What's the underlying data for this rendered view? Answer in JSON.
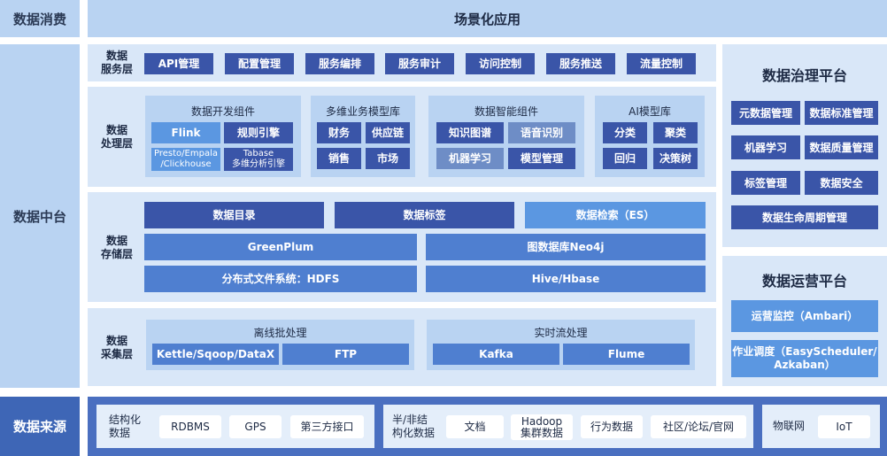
{
  "left": {
    "consume": "数据消费",
    "platform": "数据中台",
    "source": "数据来源"
  },
  "top": {
    "title": "场景化应用"
  },
  "service": {
    "label": "数据\n服务层",
    "items": [
      "API管理",
      "配置管理",
      "服务编排",
      "服务审计",
      "访问控制",
      "服务推送",
      "流量控制"
    ]
  },
  "processing": {
    "label": "数据\n处理层",
    "dev": {
      "title": "数据开发组件",
      "items": [
        "Flink",
        "规则引擎",
        "Presto/Empala\n/Clickhouse",
        "Tabase\n多维分析引擎"
      ]
    },
    "biz": {
      "title": "多维业务模型库",
      "items": [
        "财务",
        "供应链",
        "销售",
        "市场"
      ]
    },
    "smart": {
      "title": "数据智能组件",
      "items": [
        "知识图谱",
        "语音识别",
        "机器学习",
        "模型管理"
      ]
    },
    "ai": {
      "title": "AI模型库",
      "items": [
        "分类",
        "聚类",
        "回归",
        "决策树"
      ]
    }
  },
  "storage": {
    "label": "数据\n存储层",
    "row1": [
      "数据目录",
      "数据标签",
      "数据检索（ES）"
    ],
    "row2": [
      "GreenPlum",
      "图数据库Neo4j"
    ],
    "row3": [
      "分布式文件系统：HDFS",
      "Hive/Hbase"
    ]
  },
  "collect": {
    "label": "数据\n采集层",
    "offline": {
      "title": "离线批处理",
      "items": [
        "Kettle/Sqoop/DataX",
        "FTP"
      ]
    },
    "realtime": {
      "title": "实时流处理",
      "items": [
        "Kafka",
        "Flume"
      ]
    }
  },
  "governance": {
    "title": "数据治理平台",
    "items": [
      "元数据管理",
      "数据标准管理",
      "机器学习",
      "数据质量管理",
      "标签管理",
      "数据安全",
      "数据生命周期管理"
    ]
  },
  "operations": {
    "title": "数据运营平台",
    "items": [
      "运营监控（Ambari）",
      "作业调度（EasyScheduler/\nAzkaban）"
    ]
  },
  "sources": {
    "structured": {
      "label": "结构化\n数据",
      "items": [
        "RDBMS",
        "GPS",
        "第三方接口"
      ]
    },
    "semi": {
      "label": "半/非结\n构化数据",
      "items": [
        "文档",
        "Hadoop\n集群数据",
        "行为数据",
        "社区/论坛/官网"
      ]
    },
    "iot": {
      "label": "物联网",
      "items": [
        "IoT"
      ]
    }
  }
}
